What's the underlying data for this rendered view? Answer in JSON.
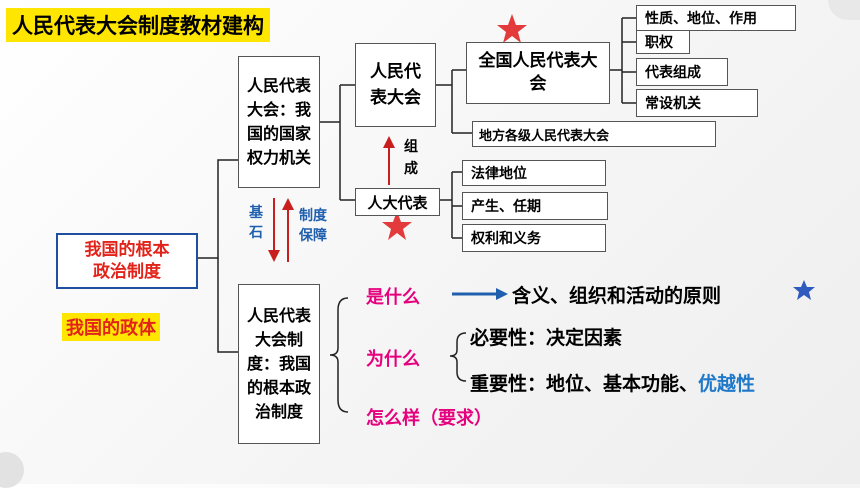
{
  "title": "人民代表大会制度教材建构",
  "root": {
    "label": "我国的根本政治制度",
    "subtitle": "我国的政体"
  },
  "npc_box": "人民代表大会：我国的国家权力机关",
  "system_box": "人民代表大会制度：我国的根本政治制度",
  "npc_short": "人民代表大会",
  "national": "全国人民代表大会",
  "national_items": [
    "性质、地位、作用",
    "职权",
    "代表组成",
    "常设机关"
  ],
  "local": "地方各级人民代表大会",
  "deputies": "人大代表",
  "deputy_items": [
    "法律地位",
    "产生、任期",
    "权利和义务"
  ],
  "compose_label": "组成",
  "foundation_label": "基石",
  "guarantee_label": "制度保障",
  "what": {
    "q": "是什么",
    "a": "含义、组织和活动的原则"
  },
  "why": {
    "q": "为什么",
    "necessity": "必要性：决定因素",
    "importance_prefix": "重要性：地位、基本功能、",
    "importance_highlight": "优越性"
  },
  "how": {
    "q": "怎么样（要求）"
  },
  "colors": {
    "red": "#e2231a",
    "pink": "#e6007e",
    "blue": "#1f5fae",
    "highlight": "#ffe600",
    "star": "#e33b3b",
    "star_blue": "#2f5bbf"
  }
}
